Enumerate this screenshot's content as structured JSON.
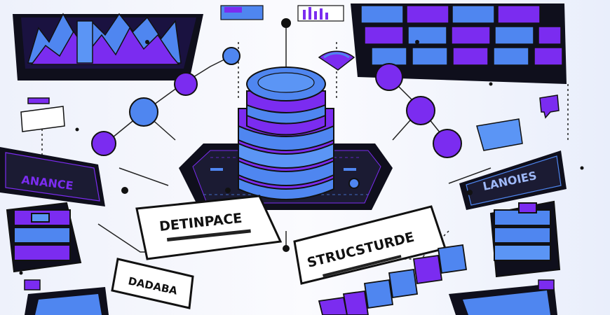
{
  "labels": {
    "left_panel": "ANANCE",
    "right_panel": "LANOIES",
    "center_left": "DETINPACE",
    "center_right": "STRUCSTURDE",
    "bottom_left": "DADABA"
  },
  "colors": {
    "background": "#f4f6fc",
    "purple": "#7b2cf0",
    "blue": "#4f86f0",
    "dark": "#0f0f1c",
    "outline": "#111111"
  }
}
